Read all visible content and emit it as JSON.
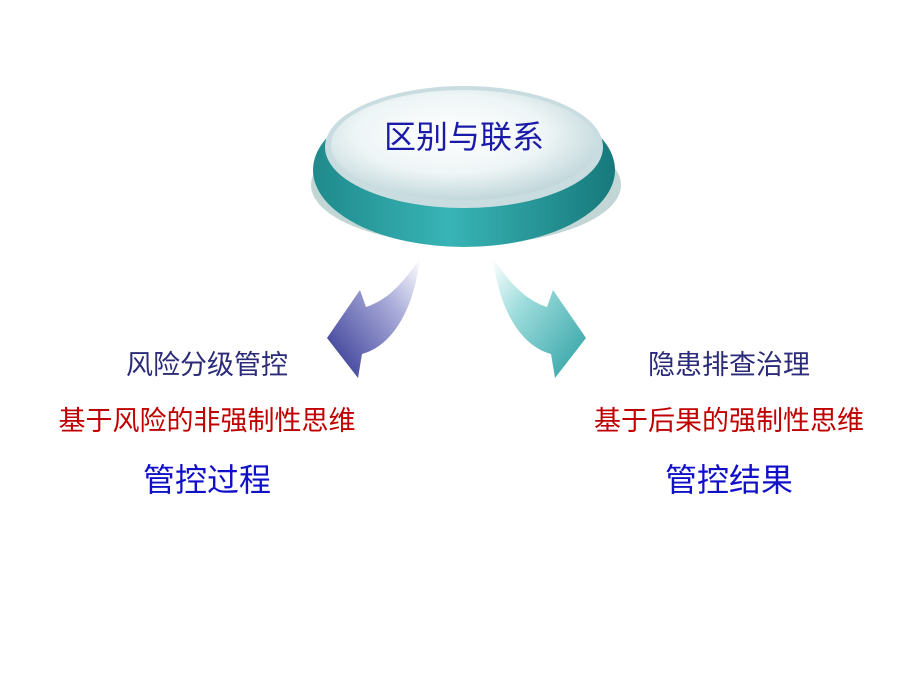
{
  "center": {
    "title": "区别与联系"
  },
  "left": {
    "title": "风险分级管控",
    "subtitle": "基于风险的非强制性思维",
    "main": "管控过程"
  },
  "right": {
    "title": "隐患排查治理",
    "subtitle": "基于后果的强制性思维",
    "main": "管控结果"
  },
  "colors": {
    "disc_edge": "#2e9ea0",
    "disc_top": "#e8f1f3",
    "left_arrow": "#3a3e9a",
    "right_arrow": "#3fb0b2",
    "title_blue": "#1a1aa8",
    "subtitle_red": "#c00000"
  }
}
